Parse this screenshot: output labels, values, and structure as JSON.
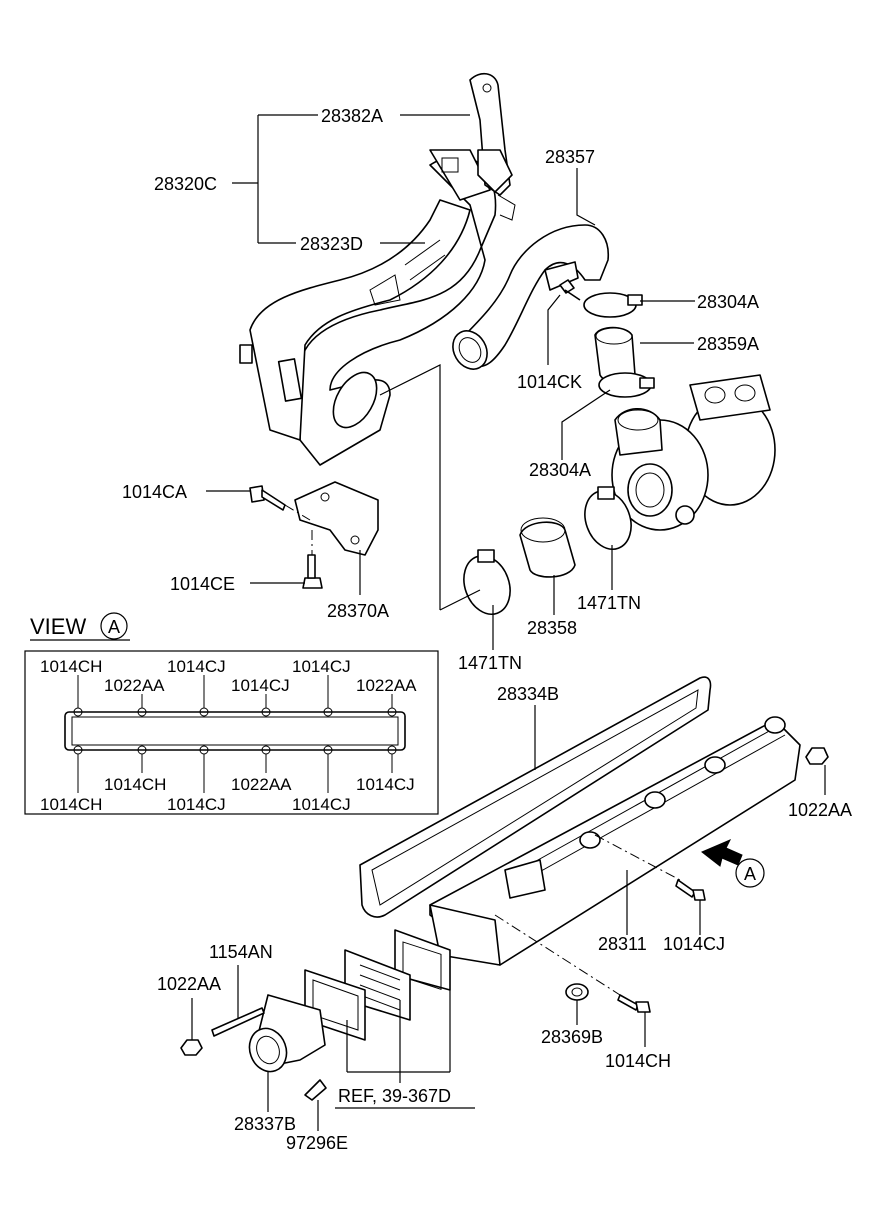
{
  "labels": {
    "p28382A": "28382A",
    "p28320C": "28320C",
    "p28323D": "28323D",
    "p28357": "28357",
    "p28304A_top": "28304A",
    "p28359A": "28359A",
    "p1014CK": "1014CK",
    "p28304A_bot": "28304A",
    "p1014CA": "1014CA",
    "p1014CE": "1014CE",
    "p28370A": "28370A",
    "p28358": "28358",
    "p1471TN_right": "1471TN",
    "p1471TN_left": "1471TN",
    "p28334B": "28334B",
    "p1022AA_right": "1022AA",
    "p28311": "28311",
    "p1014CJ_right": "1014CJ",
    "p1154AN": "1154AN",
    "p1022AA_left": "1022AA",
    "p28369B": "28369B",
    "p1014CH_bottom": "1014CH",
    "p28337B": "28337B",
    "p97296E": "97296E",
    "ref": "REF, 39-367D",
    "arrow_A": "A"
  },
  "view": {
    "title": "VIEW",
    "circle": "A",
    "top_row_upper": [
      "1014CH",
      "1014CJ",
      "1014CJ"
    ],
    "top_row_lower": [
      "1022AA",
      "1014CJ",
      "1022AA"
    ],
    "bottom_row_upper": [
      "1014CH",
      "1022AA",
      "1014CJ"
    ],
    "bottom_row_lower": [
      "1014CH",
      "1014CJ",
      "1014CJ"
    ]
  }
}
